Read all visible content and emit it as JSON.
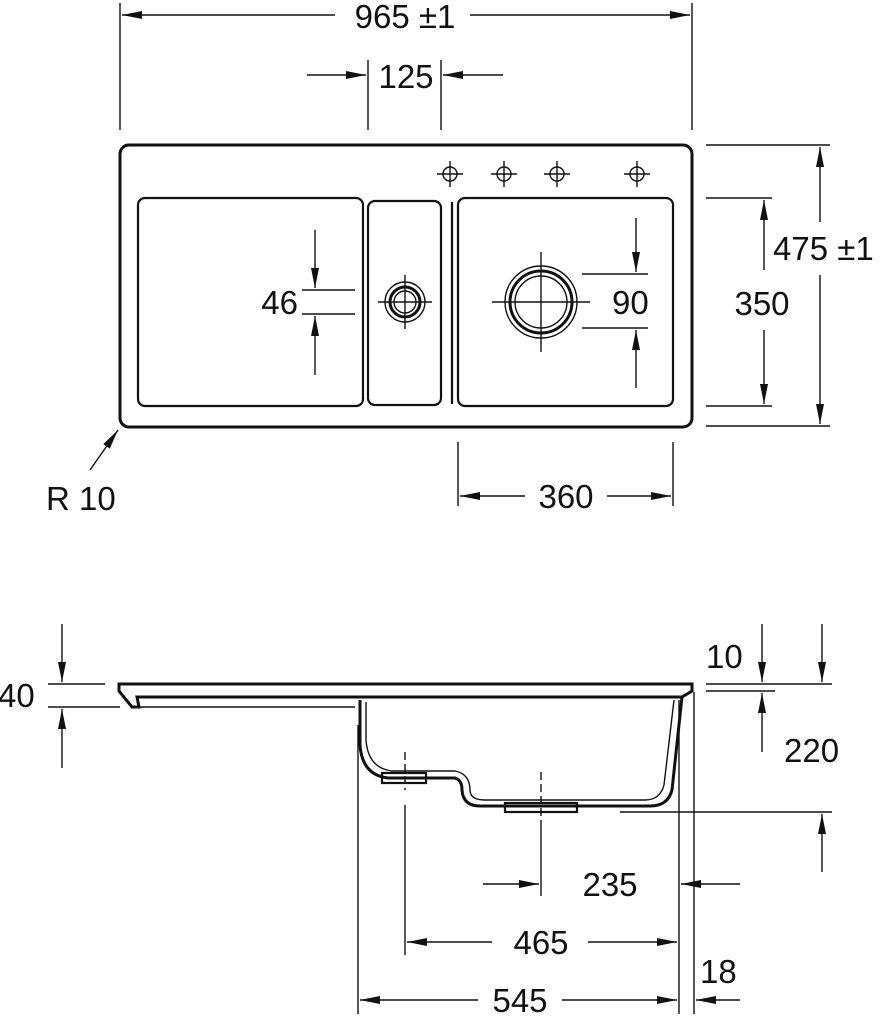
{
  "top_view": {
    "overall_width": "965 ±1",
    "tap_spacing": "125",
    "drain_small_dia": "46",
    "drain_large_dia": "90",
    "bowl_depth": "350",
    "overall_depth": "475 ±1",
    "bowl_width": "360",
    "corner_radius": "R 10"
  },
  "side_view": {
    "rim_height": "40",
    "rim_thickness": "10",
    "bowl_height": "220",
    "drain_offset": "235",
    "bowl_inner": "465",
    "bowl_outer": "545",
    "wall_offset": "18"
  }
}
